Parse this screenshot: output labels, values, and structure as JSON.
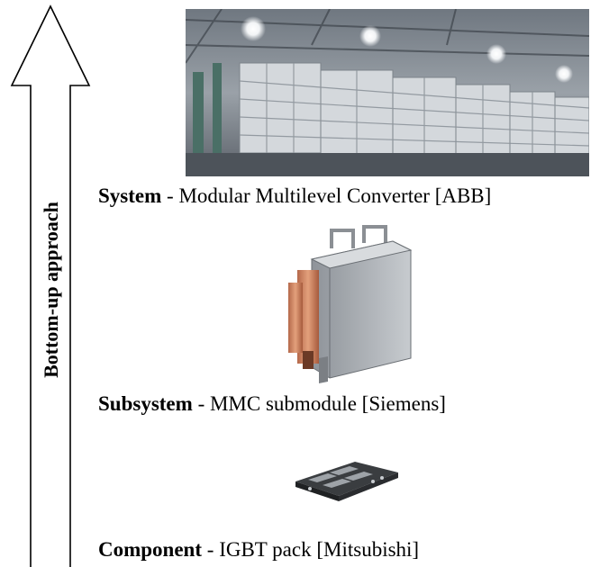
{
  "arrow": {
    "label": "Bottom-up approach"
  },
  "levels": [
    {
      "name": "System",
      "separator": " - ",
      "description": "Modular Multilevel Converter [ABB]",
      "image": "hvdc-converter-hall-photo"
    },
    {
      "name": "Subsystem",
      "separator": " - ",
      "description": "MMC submodule [Siemens]",
      "image": "mmc-submodule-photo"
    },
    {
      "name": "Component",
      "separator": " - ",
      "description": "IGBT pack [Mitsubishi]",
      "image": "igbt-module-photo"
    }
  ],
  "colors": {
    "text": "#000000",
    "arrow_stroke": "#000000",
    "arrow_fill": "#ffffff"
  }
}
